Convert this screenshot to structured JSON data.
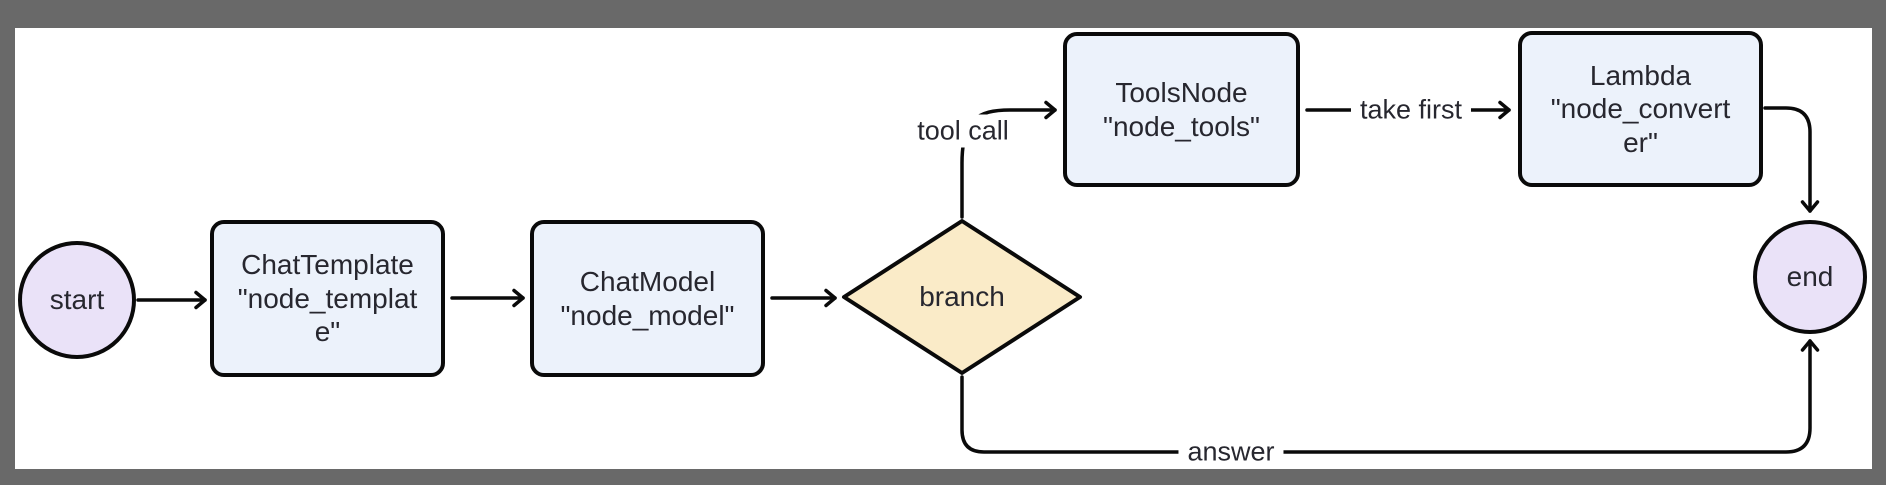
{
  "diagram": {
    "type": "flowchart",
    "background_color": "#696969",
    "canvas_color": "#ffffff",
    "colors": {
      "rect_fill": "#ECF2FB",
      "circle_fill": "#EAE2F8",
      "diamond_fill": "#FAEBC8",
      "stroke": "#0a0a0a",
      "text": "#27272f"
    },
    "nodes": {
      "start": {
        "shape": "circle",
        "label": "start"
      },
      "template": {
        "shape": "rect",
        "label": "ChatTemplate\n\"node_templat\ne\""
      },
      "model": {
        "shape": "rect",
        "label": "ChatModel\n\"node_model\""
      },
      "branch": {
        "shape": "diamond",
        "label": "branch"
      },
      "tools": {
        "shape": "rect",
        "label": "ToolsNode\n\"node_tools\""
      },
      "converter": {
        "shape": "rect",
        "label": "Lambda\n\"node_convert\ner\""
      },
      "end": {
        "shape": "circle",
        "label": "end"
      }
    },
    "edges": [
      {
        "from": "start",
        "to": "template",
        "label": ""
      },
      {
        "from": "template",
        "to": "model",
        "label": ""
      },
      {
        "from": "model",
        "to": "branch",
        "label": ""
      },
      {
        "from": "branch",
        "to": "tools",
        "label": "tool call"
      },
      {
        "from": "tools",
        "to": "converter",
        "label": "take first"
      },
      {
        "from": "converter",
        "to": "end",
        "label": ""
      },
      {
        "from": "branch",
        "to": "end",
        "label": "answer"
      }
    ],
    "edge_labels": {
      "tool_call": "tool call",
      "take_first": "take first",
      "answer": "answer"
    }
  }
}
